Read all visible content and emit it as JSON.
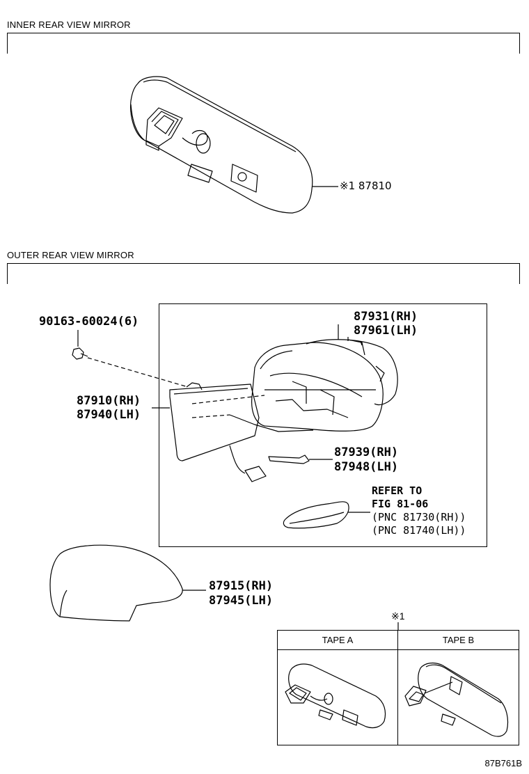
{
  "inner_section": {
    "title": "INNER REAR VIEW MIRROR",
    "part_number": "※1 87810"
  },
  "outer_section": {
    "title": "OUTER REAR VIEW MIRROR",
    "bolt_number": "90163-60024(6)",
    "cover_numbers": [
      "87931(RH)",
      "87961(LH)"
    ],
    "mirror_numbers": [
      "87910(RH)",
      "87940(LH)"
    ],
    "lamp_numbers": [
      "87939(RH)",
      "87948(LH)"
    ],
    "refer": [
      "REFER TO",
      "FIG 81-06",
      "(PNC 81730(RH))",
      "(PNC 81740(LH))"
    ],
    "cap_numbers": [
      "87915(RH)",
      "87945(LH)"
    ]
  },
  "note": {
    "marker": "※1",
    "tape_a": "TAPE A",
    "tape_b": "TAPE B"
  },
  "figure_code": "87B761B"
}
